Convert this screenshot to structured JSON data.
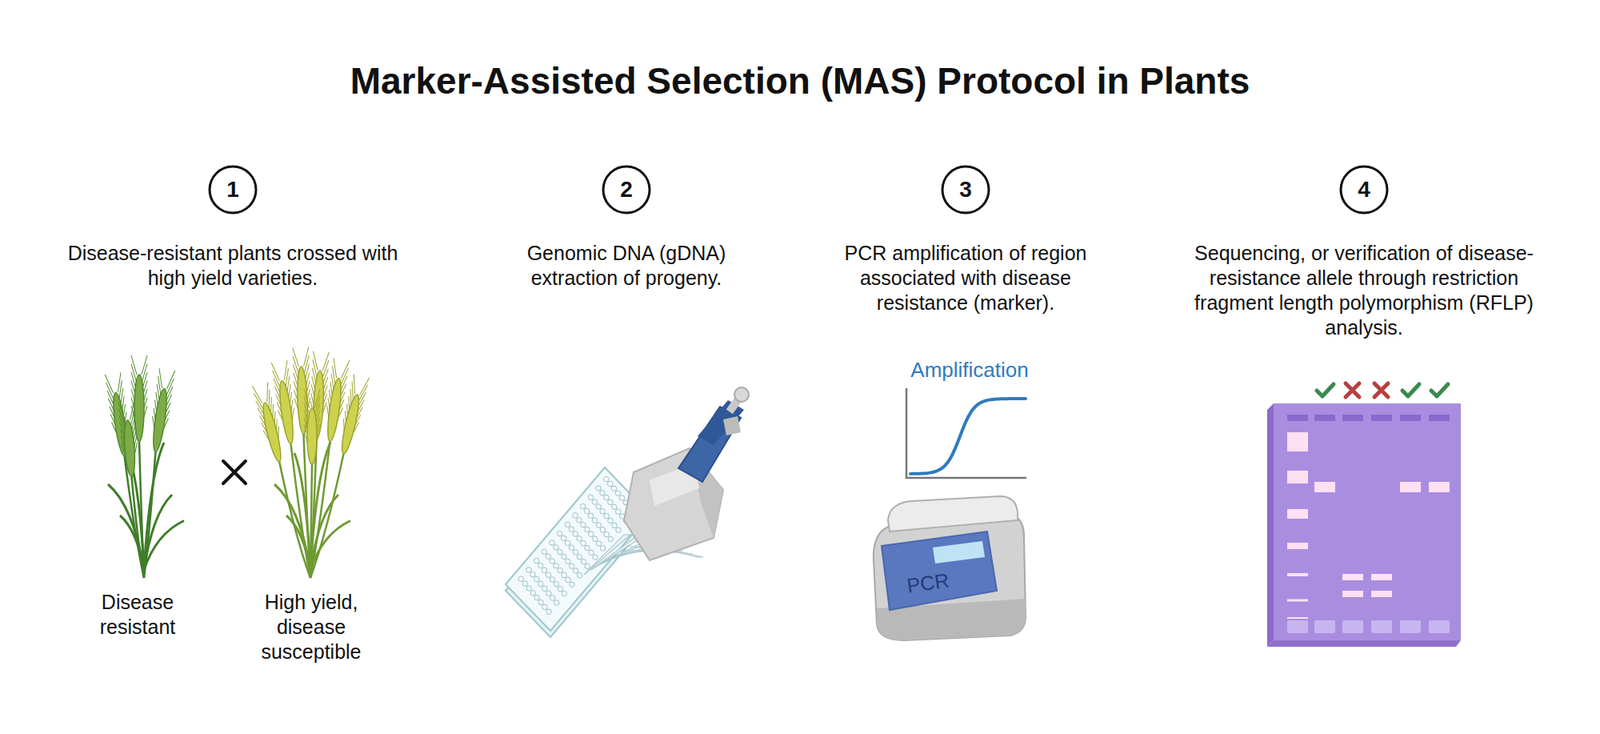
{
  "diagram": {
    "title": "Marker-Assisted Selection (MAS) Protocol in Plants",
    "nodes": [
      {
        "text": [
          "1"
        ]
      },
      {
        "text": [
          "2"
        ]
      },
      {
        "text": [
          "3"
        ]
      },
      {
        "text": [
          "4"
        ]
      }
    ],
    "labels": [
      "Disease-resistant plants crossed with high yield varieties.",
      "Genomic DNA (gDNA) extraction of progeny.",
      "PCR amplification of region associated with disease resistance (marker).",
      "Sequencing, or verification of disease-resistance allele through restriction fragment length polymorphism (RFLP) analysis.",
      "Disease resistant",
      "High yield, disease susceptible",
      "Amplification",
      "PCR"
    ]
  }
}
